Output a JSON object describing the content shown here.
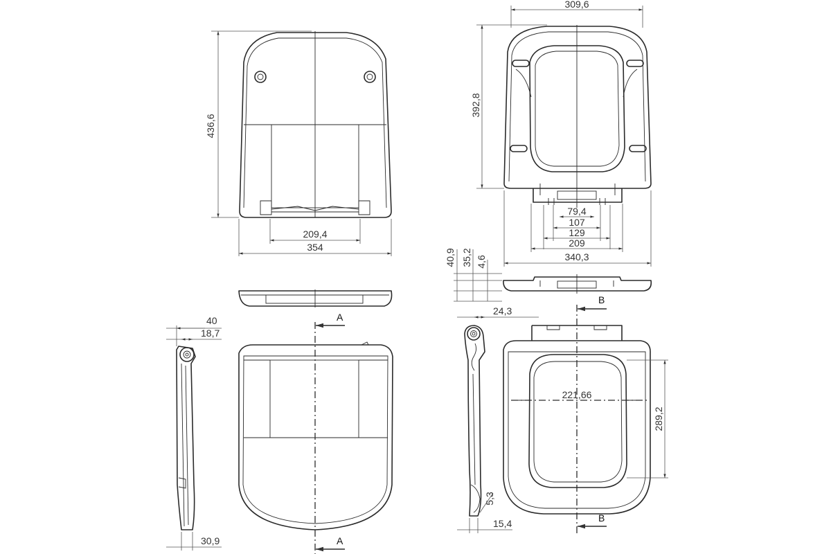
{
  "dimensions": {
    "top_view_height": "436,6",
    "top_view_inner_width": "209,4",
    "top_view_width": "354",
    "seat_width": "309,6",
    "seat_height": "392,8",
    "hinge_79": "79,4",
    "hinge_107": "107",
    "hinge_129": "129",
    "hinge_209": "209",
    "seat_outer_width": "340,3",
    "side_40_9": "40,9",
    "side_35_2": "35,2",
    "side_4_6": "4,6",
    "lid_side_40": "40",
    "lid_side_18_7": "18,7",
    "lid_side_30_9": "30,9",
    "seat_side_24_3": "24,3",
    "seat_side_5_3": "5,3",
    "seat_side_15_4": "15,4",
    "opening_width": "221,66",
    "opening_height": "289,2"
  },
  "section_labels": {
    "a_top": "A",
    "a_bottom": "A",
    "b_top": "B",
    "b_bottom": "B"
  },
  "colors": {
    "line": "#2a2a2a",
    "dimension": "#555555",
    "background": "#ffffff"
  }
}
